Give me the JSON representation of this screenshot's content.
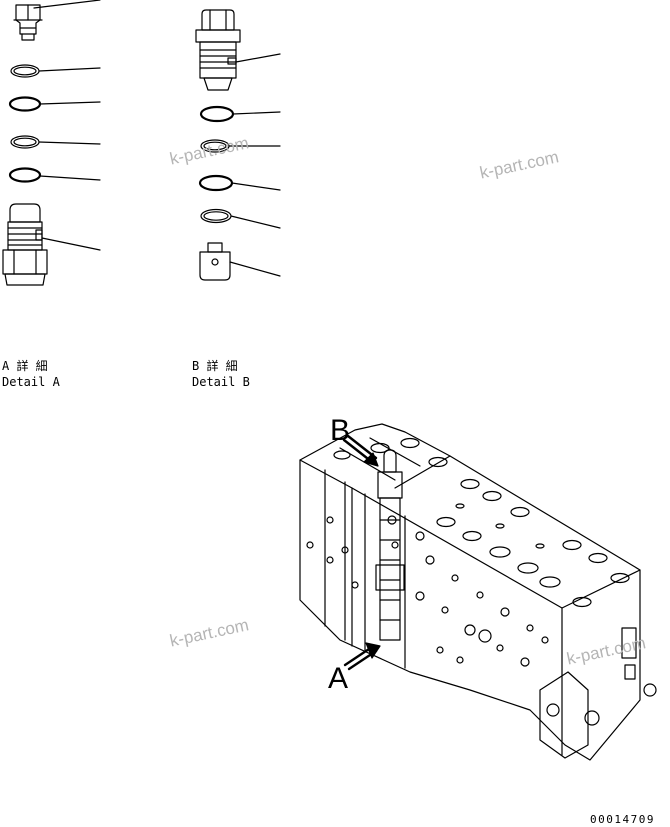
{
  "detail_a": {
    "jp": "A 詳 細",
    "en": "Detail A"
  },
  "detail_b": {
    "jp": "B 詳 細",
    "en": "Detail B"
  },
  "arrow_b_letter": "B",
  "arrow_a_letter": "A",
  "watermark": "k-part.com",
  "drawing_number": "00014709",
  "colors": {
    "line": "#000000",
    "watermark": "#b5b5b5",
    "background": "#ffffff"
  }
}
